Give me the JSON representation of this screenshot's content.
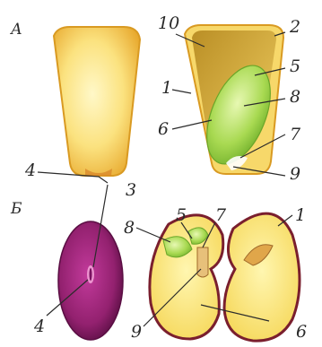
{
  "sections": {
    "a": "А",
    "b": "Б"
  },
  "labels": {
    "a1": "1",
    "a2": "2",
    "a4": "4",
    "a3": "3",
    "a5": "5",
    "a6": "6",
    "a7": "7",
    "a8": "8",
    "a9": "9",
    "a10": "10",
    "b1": "1",
    "b4": "4",
    "b5": "5",
    "b6": "6",
    "b7": "7",
    "b8": "8",
    "b9": "9"
  },
  "colors": {
    "grain_coat": "#e7b23a",
    "grain_inner": "#fbe07d",
    "endosperm_dark": "#c99a2a",
    "embryo_green": "#9fd24b",
    "bean_purple": "#8b1a6d",
    "bean_inner": "#f8df6d",
    "outline_maroon": "#7a1f2e"
  }
}
